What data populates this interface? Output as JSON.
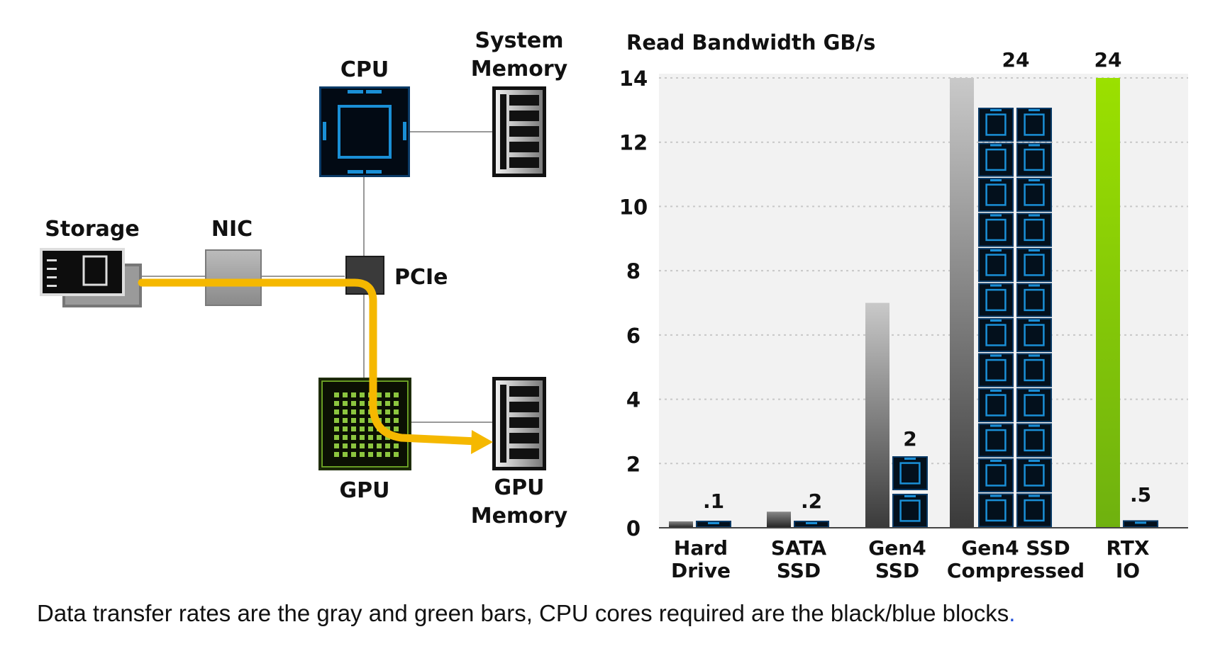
{
  "diagram": {
    "nodes": {
      "cpu": "CPU",
      "system_memory": [
        "System",
        "Memory"
      ],
      "storage": "Storage",
      "nic": "NIC",
      "pcie": "PCIe",
      "gpu": "GPU",
      "gpu_memory": [
        "GPU",
        "Memory"
      ]
    },
    "colors": {
      "data_path": "#f5b800",
      "cpu_blue": "#1a8fd6",
      "gpu_green": "#8cc63f"
    }
  },
  "chart_data": {
    "type": "bar",
    "title": "Read Bandwidth GB/s",
    "ylim": [
      0,
      14
    ],
    "yticks": [
      0,
      2,
      4,
      6,
      8,
      10,
      12,
      14
    ],
    "grid": true,
    "categories": [
      [
        "Hard",
        "Drive"
      ],
      [
        "SATA",
        "SSD"
      ],
      [
        "Gen4",
        "SSD"
      ],
      [
        "Gen4 SSD",
        "Compressed"
      ],
      [
        "RTX",
        "IO"
      ]
    ],
    "series": [
      {
        "kind": "data transfer rate",
        "values": [
          0.2,
          0.5,
          7,
          14,
          14
        ],
        "colors": [
          "#555555",
          "#555555",
          "#888888",
          "#888888",
          "#7cc61a"
        ]
      },
      {
        "kind": "CPU cores required",
        "values": [
          0.1,
          0.2,
          2,
          24,
          0.5
        ],
        "labels": [
          ".1",
          ".2",
          "2",
          "24",
          ".5"
        ]
      }
    ],
    "caption": {
      "text": "Data transfer rates are the gray and green bars, CPU cores required are the black/blue blocks",
      "end": "."
    }
  }
}
